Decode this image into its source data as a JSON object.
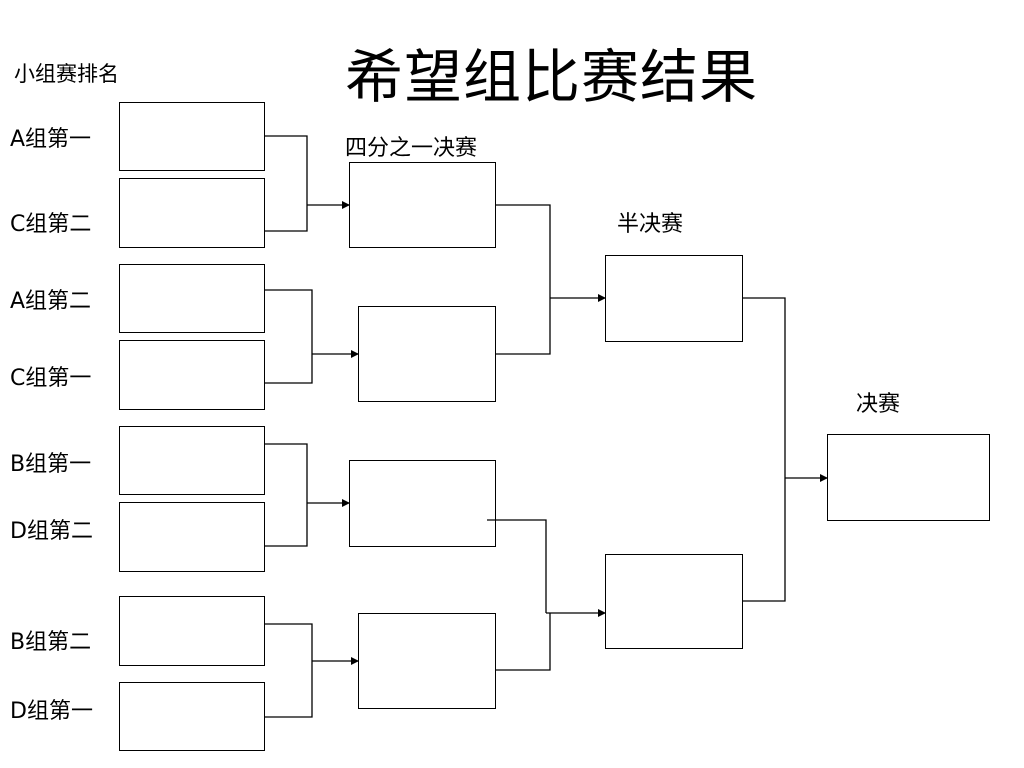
{
  "title": "希望组比赛结果",
  "group_ranking_heading": "小组赛排名",
  "stages": {
    "quarterfinal": "四分之一决赛",
    "semifinal": "半决赛",
    "final": "决赛"
  },
  "seeds": [
    "A组第一",
    "C组第二",
    "A组第二",
    "C组第一",
    "B组第一",
    "D组第二",
    "B组第二",
    "D组第一"
  ]
}
